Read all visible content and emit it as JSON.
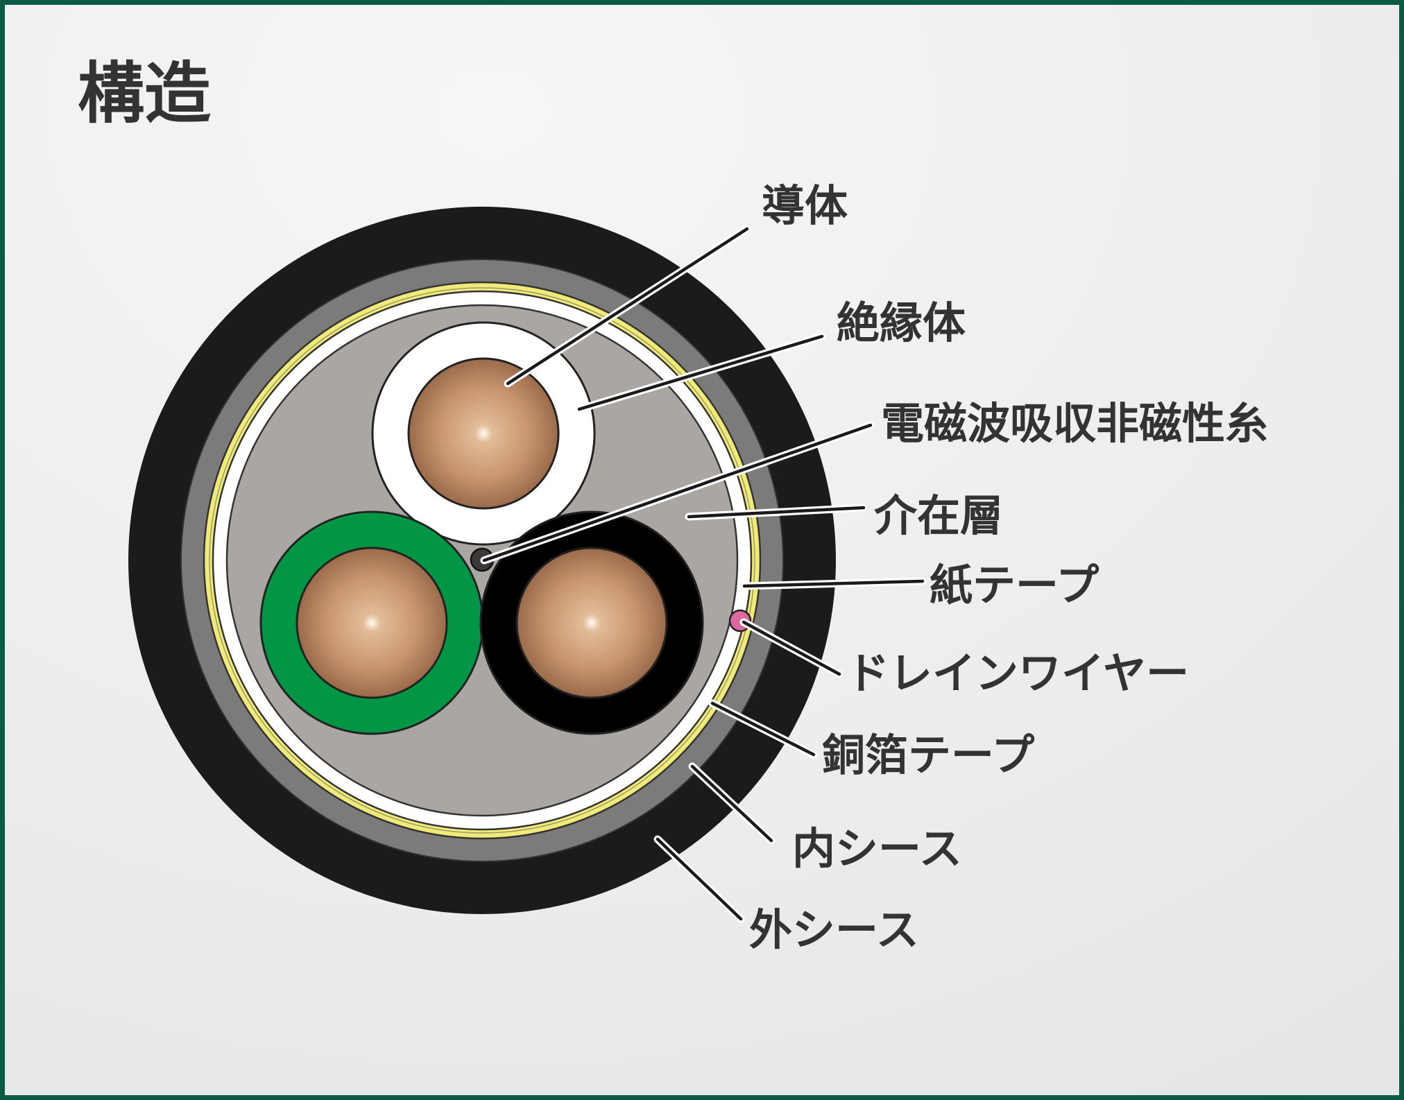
{
  "title": "構造",
  "labels": {
    "conductor": "導体",
    "insulation": "絶縁体",
    "em_yarn": "電磁波吸収非磁性糸",
    "filler": "介在層",
    "paper_tape": "紙テープ",
    "drain_wire": "ドレインワイヤー",
    "copper_tape": "銅箔テープ",
    "inner_sheath": "内シース",
    "outer_sheath": "外シース"
  },
  "colors": {
    "frame": "#0a5a45",
    "background": "#ededed",
    "outer_sheath": "#1c1a1b",
    "inner_sheath": "#7b7b7b",
    "copper_tape": "#f0ea78",
    "paper_tape": "#ffffff",
    "filler": "#aaa6a2",
    "conductor": "#c99670",
    "insulation_white": "#ffffff",
    "insulation_green": "#009646",
    "insulation_black": "#000000",
    "drain_wire": "#dd6a9c",
    "em_yarn": "#3a3a3a",
    "text": "#333333"
  }
}
